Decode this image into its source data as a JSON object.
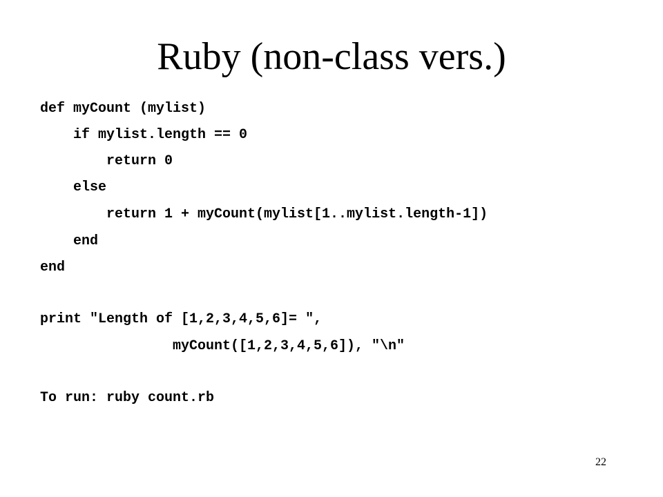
{
  "slide": {
    "title": "Ruby (non-class vers.)",
    "code_lines": [
      "def myCount (mylist)",
      "if mylist.length == 0",
      "return 0",
      "else",
      "return 1 + myCount(mylist[1..mylist.length-1])",
      "end",
      "end",
      "print \"Length of [1,2,3,4,5,6]= \",",
      "myCount([1,2,3,4,5,6]), \"\\n\"",
      "To run: ruby count.rb"
    ],
    "page_number": "22"
  }
}
